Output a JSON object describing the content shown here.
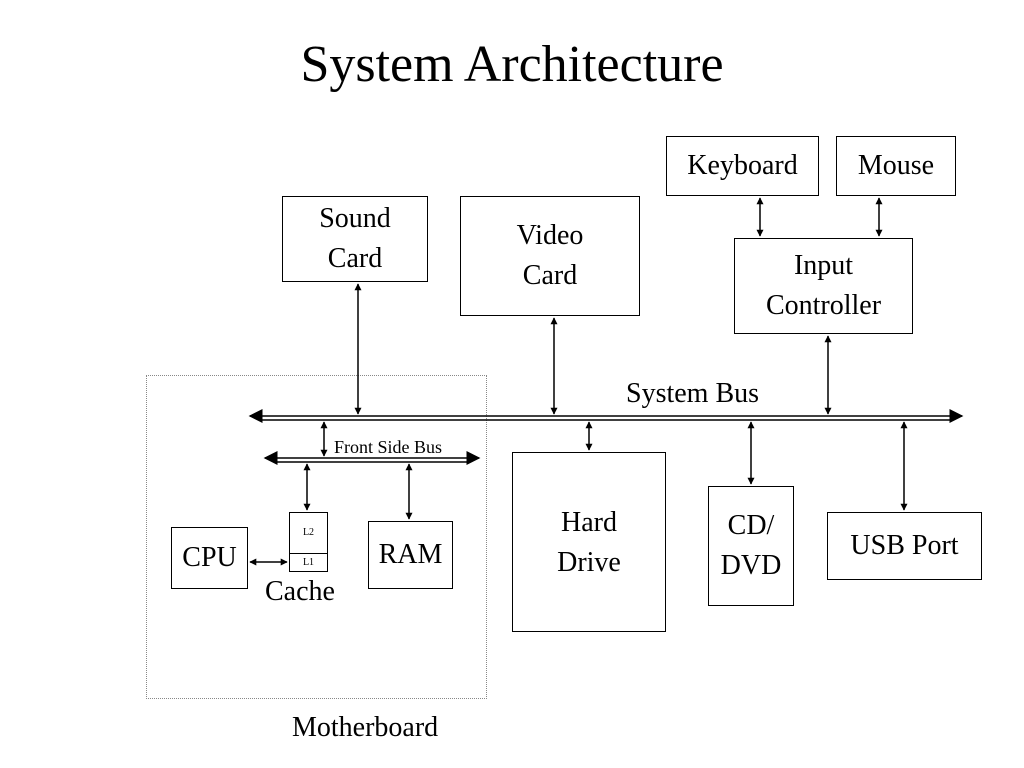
{
  "title": "System Architecture",
  "labels": {
    "system_bus": "System Bus",
    "front_side_bus": "Front Side Bus",
    "motherboard": "Motherboard",
    "cache": "Cache"
  },
  "components": {
    "keyboard": "Keyboard",
    "mouse": "Mouse",
    "sound_card": "Sound\nCard",
    "video_card": "Video\nCard",
    "input_controller": "Input\nController",
    "hard_drive": "Hard\nDrive",
    "cd_dvd": "CD/\nDVD",
    "usb_port": "USB Port",
    "cpu": "CPU",
    "ram": "RAM"
  },
  "cache_levels": {
    "l2": "L2",
    "l1": "L1"
  }
}
